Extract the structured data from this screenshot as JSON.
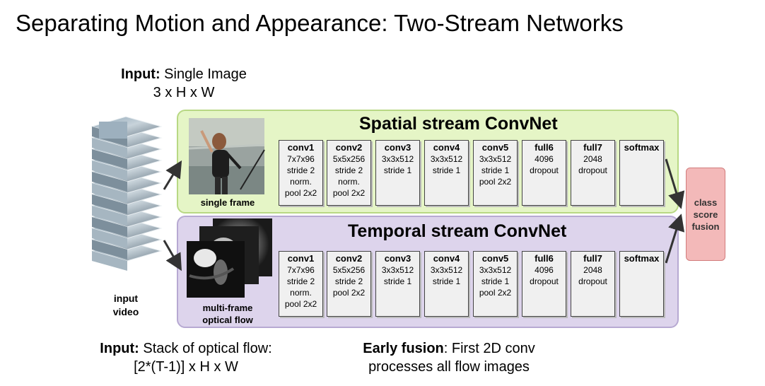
{
  "title": "Separating Motion and Appearance: Two-Stream Networks",
  "input_top": {
    "label": "Input:",
    "line1": "Single Image",
    "line2": "3 x H x W"
  },
  "input_bottom": {
    "label": "Input:",
    "line1": "Stack of optical flow:",
    "line2": "[2*(T-1)] x H x W"
  },
  "early_fusion": {
    "label": "Early fusion",
    "line1": ": First 2D conv",
    "line2": "processes all flow images"
  },
  "video_caption": {
    "line1": "input",
    "line2": "video"
  },
  "spatial": {
    "title": "Spatial stream ConvNet",
    "image_caption": "single frame",
    "layers": [
      {
        "name": "conv1",
        "lines": [
          "7x7x96",
          "stride 2",
          "norm.",
          "pool 2x2"
        ]
      },
      {
        "name": "conv2",
        "lines": [
          "5x5x256",
          "stride 2",
          "norm.",
          "pool 2x2"
        ]
      },
      {
        "name": "conv3",
        "lines": [
          "3x3x512",
          "stride 1"
        ]
      },
      {
        "name": "conv4",
        "lines": [
          "3x3x512",
          "stride 1"
        ]
      },
      {
        "name": "conv5",
        "lines": [
          "3x3x512",
          "stride 1",
          "pool 2x2"
        ]
      },
      {
        "name": "full6",
        "lines": [
          "4096",
          "dropout"
        ]
      },
      {
        "name": "full7",
        "lines": [
          "2048",
          "dropout"
        ]
      },
      {
        "name": "softmax",
        "lines": []
      }
    ]
  },
  "temporal": {
    "title": "Temporal stream ConvNet",
    "image_caption_line1": "multi-frame",
    "image_caption_line2": "optical flow",
    "layers": [
      {
        "name": "conv1",
        "lines": [
          "7x7x96",
          "stride 2",
          "norm.",
          "pool 2x2"
        ]
      },
      {
        "name": "conv2",
        "lines": [
          "5x5x256",
          "stride 2",
          "pool 2x2"
        ]
      },
      {
        "name": "conv3",
        "lines": [
          "3x3x512",
          "stride 1"
        ]
      },
      {
        "name": "conv4",
        "lines": [
          "3x3x512",
          "stride 1"
        ]
      },
      {
        "name": "conv5",
        "lines": [
          "3x3x512",
          "stride 1",
          "pool 2x2"
        ]
      },
      {
        "name": "full6",
        "lines": [
          "4096",
          "dropout"
        ]
      },
      {
        "name": "full7",
        "lines": [
          "2048",
          "dropout"
        ]
      },
      {
        "name": "softmax",
        "lines": []
      }
    ]
  },
  "fusion": {
    "line1": "class",
    "line2": "score",
    "line3": "fusion"
  },
  "colors": {
    "spatial_fill": "#e5f5c6",
    "temporal_fill": "#ddd4ec",
    "fusion_fill": "#f3b9b9"
  }
}
